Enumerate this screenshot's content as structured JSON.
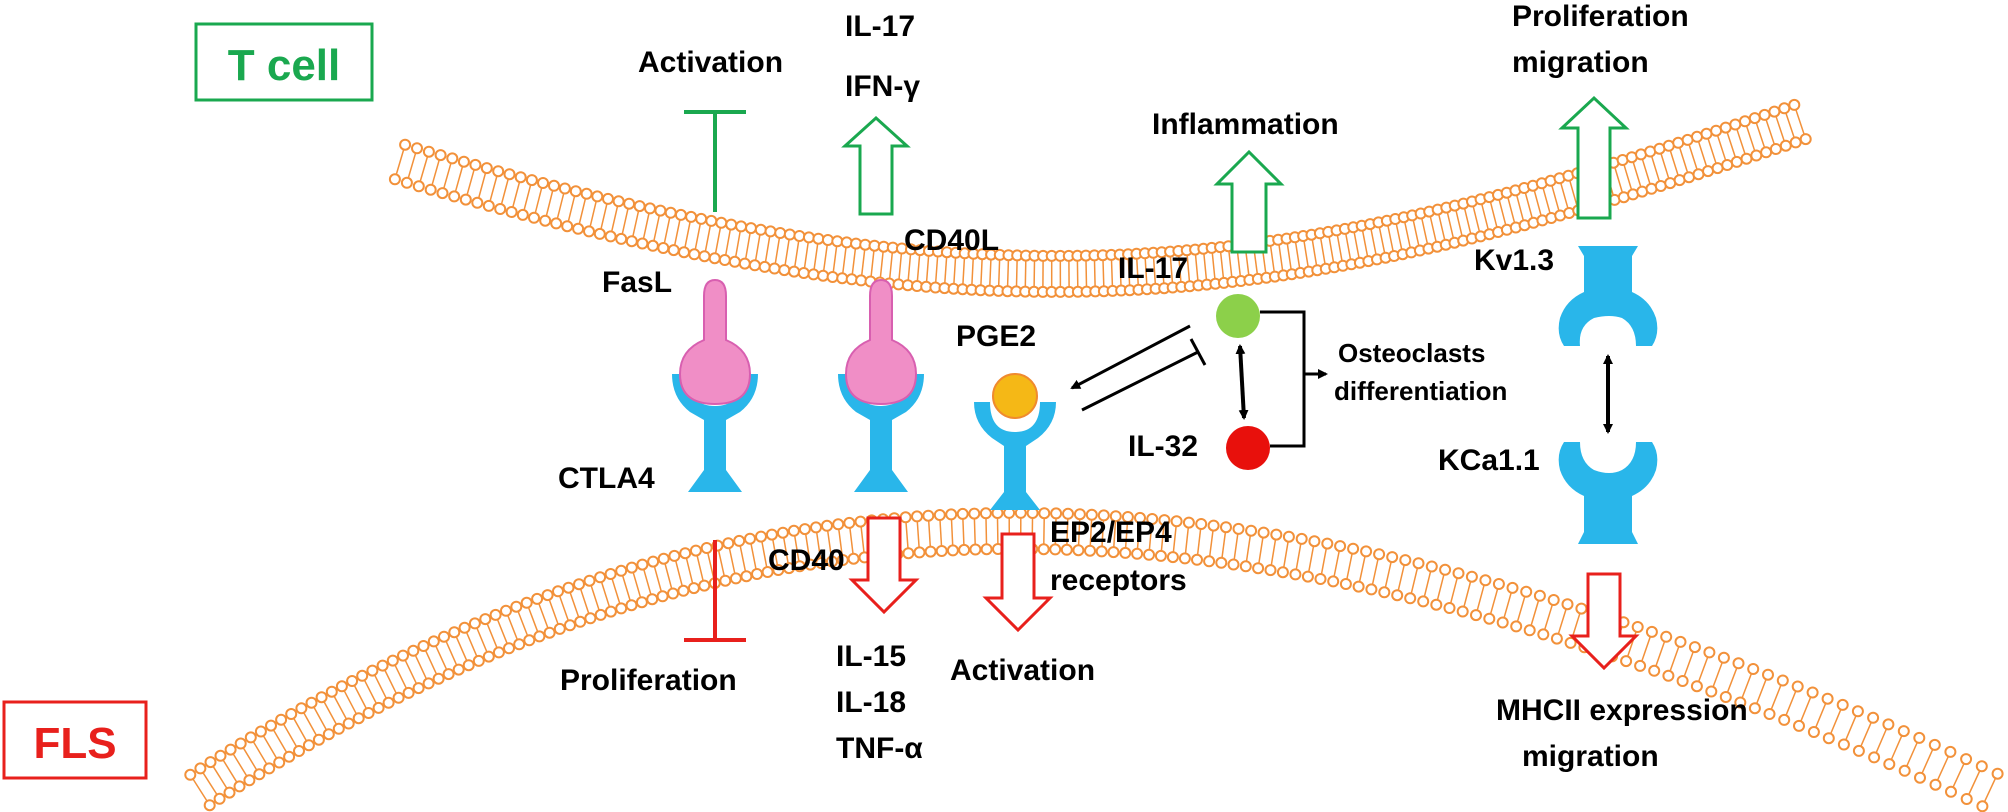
{
  "cells": {
    "tcell": {
      "label": "T cell",
      "color": "#1aa84f"
    },
    "fls": {
      "label": "FLS",
      "color": "#e8201c"
    }
  },
  "colors": {
    "membrane": "#f2913a",
    "receptor": "#29b6ea",
    "ligand_pink": "#f08ec6",
    "pge2": "#f5b816",
    "il17": "#8cd04a",
    "il32": "#e8100c",
    "tcell_arrow": "#1aa84f",
    "fls_arrow": "#e8201c"
  },
  "tcell_outputs": {
    "activation": "Activation",
    "il17_line1": "IL-17",
    "il17_line2": "IFN-γ",
    "inflammation": "Inflammation",
    "prolif_line1": "Proliferation",
    "prolif_line2": "migration"
  },
  "molecules": {
    "fasl": "FasL",
    "cd40l": "CD40L",
    "ctla4": "CTLA4",
    "cd40": "CD40",
    "pge2": "PGE2",
    "ep_line1": "EP2/EP4",
    "ep_line2": "receptors",
    "il17": "IL-17",
    "il32": "IL-32",
    "osteo_line1": "Osteoclasts",
    "osteo_line2": "differentiation",
    "kv13": "Kv1.3",
    "kca11": "KCa1.1"
  },
  "fls_outputs": {
    "proliferation": "Proliferation",
    "cyt_line1": "IL-15",
    "cyt_line2": "IL-18",
    "cyt_line3": "TNF-α",
    "activation": "Activation",
    "mhc_line1": "MHCII expression",
    "mhc_line2": "migration"
  }
}
